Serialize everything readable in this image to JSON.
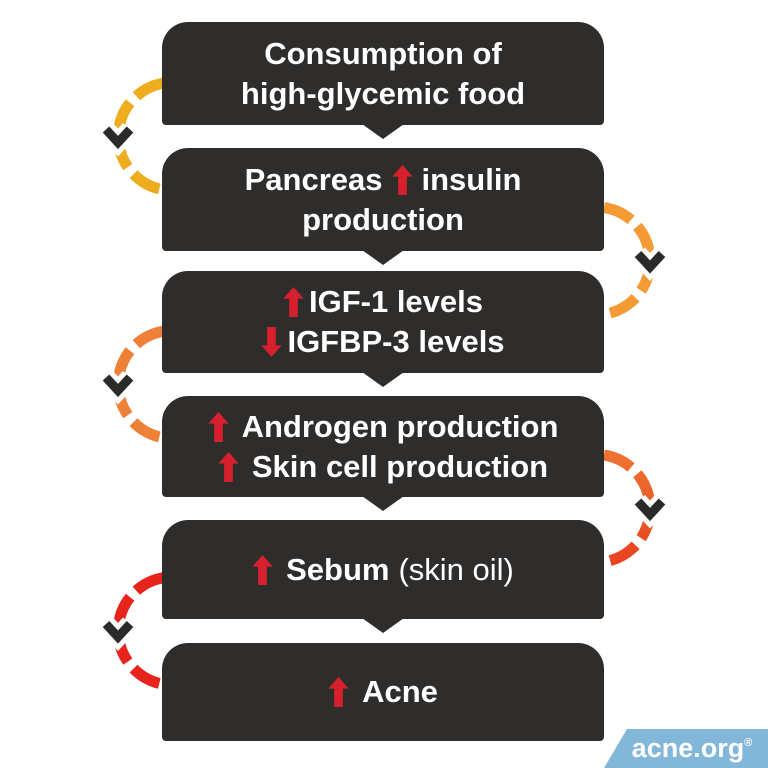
{
  "diagram": {
    "title_semantic": "high-glycemic-food-to-acne-flowchart",
    "steps": {
      "box1": {
        "line1": "Consumption of",
        "line2": "high-glycemic food"
      },
      "box2": {
        "line1_pre": "Pancreas",
        "line1_post": "insulin",
        "line2": "production"
      },
      "box3": {
        "line1": "IGF-1 levels",
        "line2": "IGFBP-3 levels"
      },
      "box4": {
        "line1": "Androgen production",
        "line2": "Skin cell production"
      },
      "box5": {
        "bold": "Sebum",
        "light": "(skin oil)"
      },
      "box6": {
        "text": "Acne"
      }
    },
    "icons": {
      "increase": "red-up-arrow",
      "decrease": "red-down-arrow",
      "flow_marker": "chevron-down"
    },
    "colors": {
      "box_bg": "#2e2d2c",
      "box_text": "#ffffff",
      "text_arrow_red": "#d6202e",
      "flow_chevron": "#2b2a29",
      "arc_1_yellow": "#eead1e",
      "arc_2_orange": "#f49b35",
      "arc_3_orange": "#ee8037",
      "arc_4_orange_red_start": "#ee7231",
      "arc_4_orange_red_end": "#e8431f",
      "arc_5_red": "#e7241b",
      "logo_bg": "#82b7d9",
      "logo_text": "#ffffff"
    }
  },
  "logo": {
    "name": "acne.org",
    "registered": "®"
  }
}
